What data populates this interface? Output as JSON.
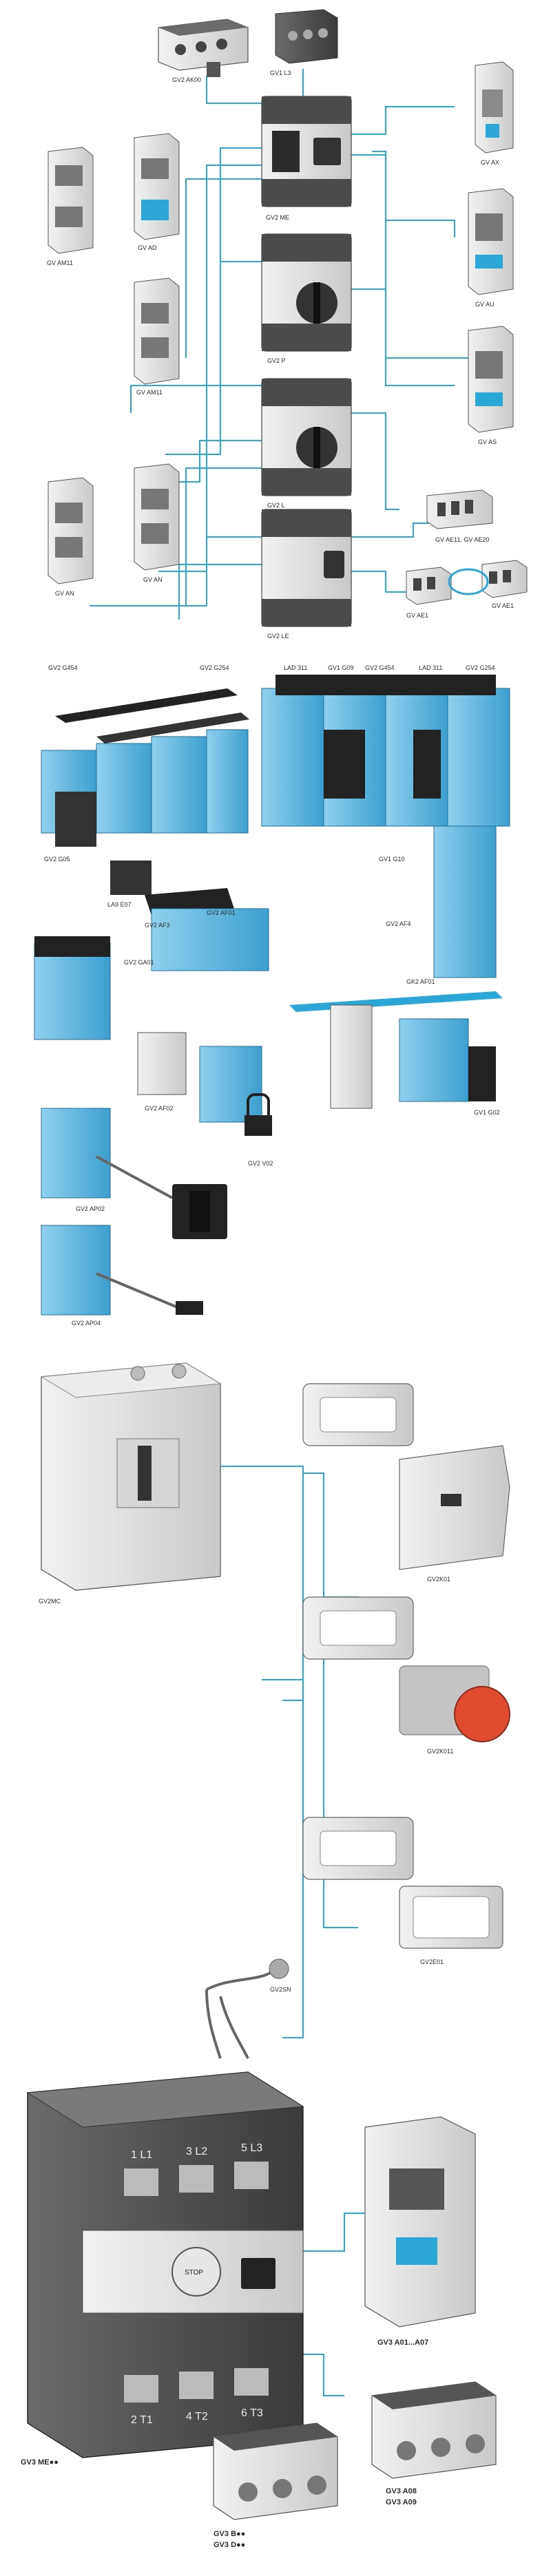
{
  "colors": {
    "line": "#2aa7d6",
    "blue": "#5ab3de",
    "blue_dark": "#2d8ec0",
    "grey_dark": "#4b4b4b",
    "grey_mid": "#8d8d8d",
    "grey_light": "#d9d9d9",
    "black": "#1c1c1c",
    "label": "#2a2a2a"
  },
  "labels": {
    "gv2_ak00": "GV2 AK00",
    "gv1_l3": "GV1 L3",
    "gv2_me": "GV2 ME",
    "gv_ax": "GV AX",
    "gv_am11_a": "GV AM11",
    "gv_ad": "GV AD",
    "gv_au": "GV AU",
    "gv2_p": "GV2 P",
    "gv_am11_b": "GV AM11",
    "gv_as": "GV AS",
    "gv2_l": "GV2 L",
    "gv_an_a": "GV AN",
    "gv_an_b": "GV AN",
    "gv_ae11": "GV AE11, GV AE20",
    "gv2_le": "GV2 LE",
    "gv_ae1_a": "GV AE1",
    "gv_ae1_b": "GV AE1",
    "gv2_g454_a": "GV2 G454",
    "gv2_g254_a": "GV2 G254",
    "lad_311_a": "LAD 311",
    "gv1_g09": "GV1 G09",
    "gv2_g454_b": "GV2 G454",
    "lad_311_b": "LAD 311",
    "gv2_g254_b": "GV2 G254",
    "gv2_g05": "GV2 G05",
    "la9_e07": "LA9 E07",
    "gv1_g10": "GV1 G10",
    "gv2_af3": "GV2 AF3",
    "gv2_af01": "GV2 AF01",
    "gv2_af4": "GV2 AF4",
    "gv2_ga01": "GV2 GA01",
    "gk2_af01": "GK2 AF01",
    "gv2_af02": "GV2 AF02",
    "gv1_g02": "GV1 G02",
    "gv2_ap02": "GV2 AP02",
    "gv2_v02": "GV2 V02",
    "gv2_ap04": "GV2 AP04",
    "gv2mc": "GV2MC",
    "gv2k01": "GV2K01",
    "gv2k011": "GV2K011",
    "gv2e01": "GV2E01",
    "gv2sn": "GV2SN",
    "gv3_me": "GV3 ME●●",
    "gv3_a01": "GV3 A01...A07",
    "gv3_a08": "GV3 A08",
    "gv3_a09": "GV3 A09",
    "gv3_b": "GV3 B●●",
    "gv3_d": "GV3 D●●"
  },
  "device_marks": {
    "l1": "1 L1",
    "l2": "3 L2",
    "l3": "5 L3",
    "t1": "2 T1",
    "t2": "4 T2",
    "t3": "6 T3",
    "stop": "STOP"
  }
}
